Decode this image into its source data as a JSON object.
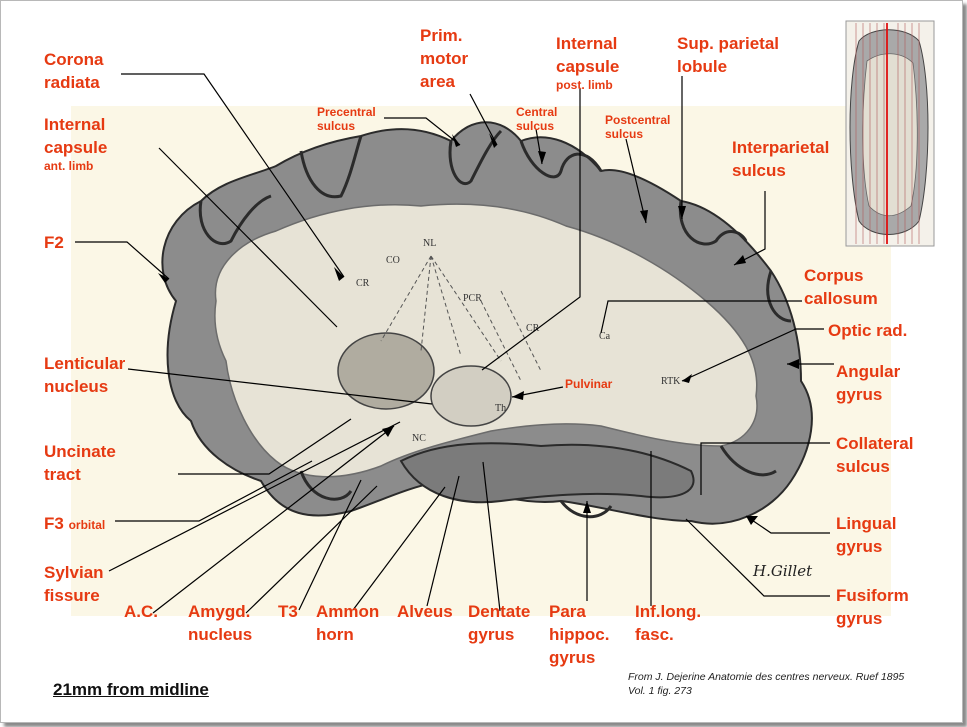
{
  "labels": {
    "corona_radiata": [
      "Corona",
      "radiata"
    ],
    "internal_capsule_ant": [
      "Internal",
      "capsule"
    ],
    "internal_capsule_ant_sub": "ant. limb",
    "f2": "F2",
    "lenticular_nucleus": [
      "Lenticular",
      "nucleus"
    ],
    "uncinate_tract": [
      "Uncinate",
      "tract"
    ],
    "f3": "F3",
    "f3_sub": "orbital",
    "sylvian_fissure": [
      "Sylvian",
      "fissure"
    ],
    "ac": "A.C.",
    "amygd_nucleus": [
      "Amygd.",
      "nucleus"
    ],
    "t3": "T3",
    "ammon_horn": [
      "Ammon",
      "horn"
    ],
    "alveus": "Alveus",
    "dentate_gyrus": [
      "Dentate",
      "gyrus"
    ],
    "para_hippoc_gyrus": [
      "Para",
      "hippoc.",
      "gyrus"
    ],
    "inf_long_fasc": [
      "Inf.long.",
      "fasc."
    ],
    "prim_motor_area": [
      "Prim.",
      "motor",
      "area"
    ],
    "precentral_sulcus": [
      "Precentral",
      "sulcus"
    ],
    "internal_capsule_post": [
      "Internal",
      "capsule"
    ],
    "internal_capsule_post_sub": "post. limb",
    "central_sulcus": [
      "Central",
      "sulcus"
    ],
    "postcentral_sulcus": [
      "Postcentral",
      "sulcus"
    ],
    "sup_parietal_lobule": [
      "Sup. parietal",
      "lobule"
    ],
    "interparietal_sulcus": [
      "Interparietal",
      "sulcus"
    ],
    "corpus_callosum": [
      "Corpus",
      "callosum"
    ],
    "optic_rad": "Optic rad.",
    "pulvinar": "Pulvinar",
    "angular_gyrus": [
      "Angular",
      "gyrus"
    ],
    "collateral_sulcus": [
      "Collateral",
      "sulcus"
    ],
    "lingual_gyrus": [
      "Lingual",
      "gyrus"
    ],
    "fusiform_gyrus": [
      "Fusiform",
      "gyrus"
    ]
  },
  "section_letters": {
    "cr_left": "CR",
    "co": "CO",
    "nl": "NL",
    "pcr": "PCR",
    "cr_right": "CR",
    "rtk": "RTK",
    "ca": "Ca",
    "th": "Th",
    "nc": "NC",
    "signature": "H.Gillet"
  },
  "citation": [
    "From J. Dejerine Anatomie des centres nerveux. Ruef 1895",
    "Vol. 1 fig. 273"
  ],
  "caption": "21mm from midline",
  "colors": {
    "label": "#e63a12",
    "leader": "#000000",
    "background_panel": "#fbf7e6",
    "tissue_gray": "#8c8c8c",
    "white_matter": "#e7e3d6"
  }
}
